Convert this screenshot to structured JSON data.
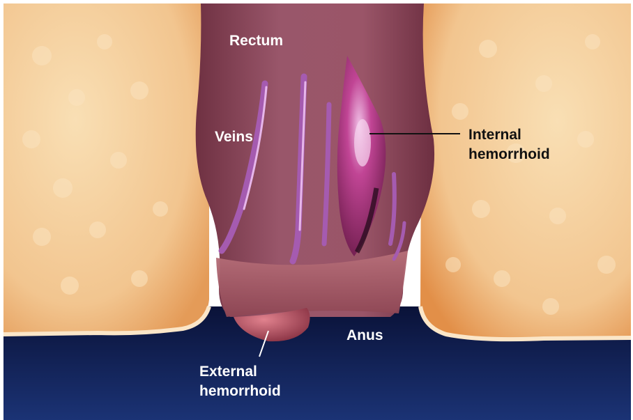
{
  "labels": {
    "rectum": "Rectum",
    "veins": "Veins",
    "internal_line1": "Internal",
    "internal_line2": "hemorrhoid",
    "anus": "Anus",
    "external_line1": "External",
    "external_line2": "hemorrhoid"
  },
  "colors": {
    "buttock_light": "#f7d7a8",
    "buttock_dark": "#e9a664",
    "rectum_tissue": "#8e4a5a",
    "vein": "#a55bb0",
    "hemorrhoid": "#b0327c",
    "background_blue": "#0d1a4a"
  }
}
